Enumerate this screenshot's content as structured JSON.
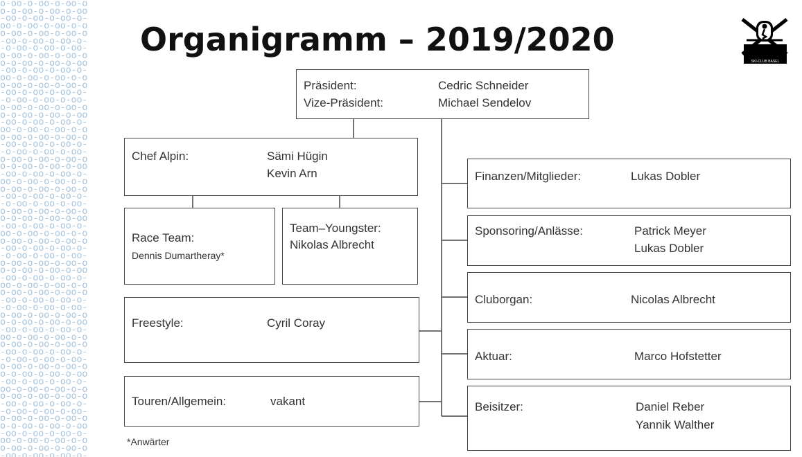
{
  "title": "Organigramm – 2019/2020",
  "decor_stripe_line": "o-oo-o-oo-o-oo-o-oo-o-oo-",
  "logo": {
    "icon": "skier-badge-icon",
    "text": "SKI-CLUB BASEL"
  },
  "president": {
    "label": "Präsident:",
    "name": "Cedric Schneider"
  },
  "vice_president": {
    "label": "Vize-Präsident:",
    "name": "Michael Sendelov"
  },
  "chef_alpin": {
    "label": "Chef Alpin:",
    "names": [
      "Sämi Hügin",
      "Kevin Arn"
    ]
  },
  "race_team": {
    "label": "Race Team:",
    "name": "Dennis Dumartheray*"
  },
  "team_youngster": {
    "label": "Team–Youngster:",
    "name": "Nikolas Albrecht"
  },
  "freestyle": {
    "label": "Freestyle:",
    "name": "Cyril Coray"
  },
  "touren": {
    "label": "Touren/Allgemein:",
    "name": "vakant"
  },
  "footnote": "*Anwärter",
  "finanzen": {
    "label": "Finanzen/Mitglieder:",
    "name": "Lukas Dobler"
  },
  "sponsoring": {
    "label": "Sponsoring/Anlässe:",
    "names": [
      "Patrick Meyer",
      "Lukas Dobler"
    ]
  },
  "cluborgan": {
    "label": "Cluborgan:",
    "name": "Nicolas Albrecht"
  },
  "aktuar": {
    "label": "Aktuar:",
    "name": "Marco Hofstetter"
  },
  "beisitzer": {
    "label": "Beisitzer:",
    "names": [
      "Daniel Reber",
      "Yannik Walther"
    ]
  }
}
